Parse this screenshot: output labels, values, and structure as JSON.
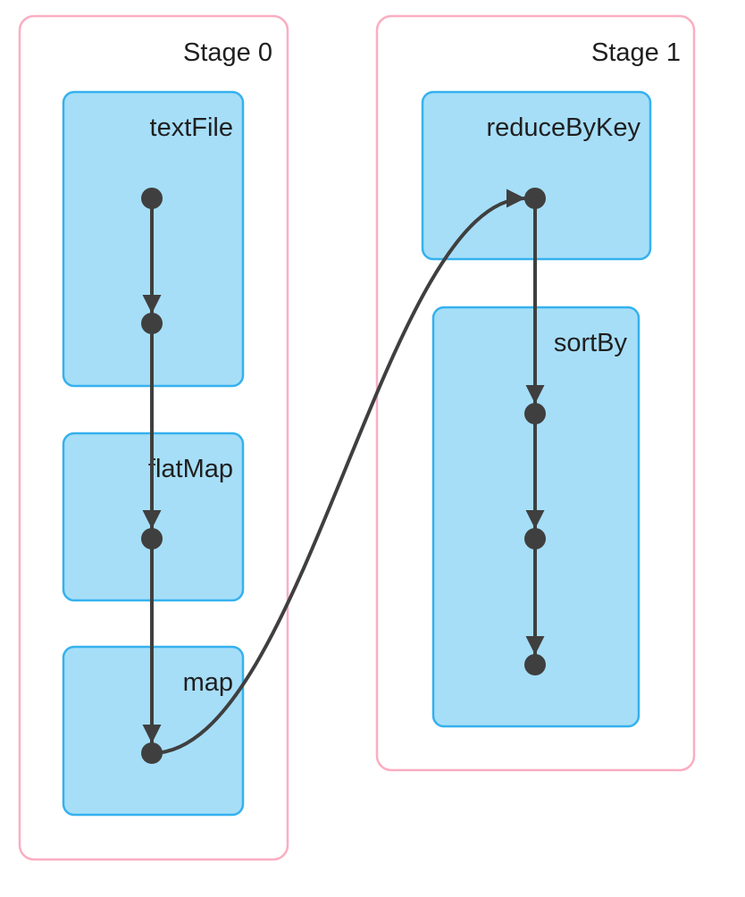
{
  "colors": {
    "background": "#ffffff",
    "stage-border": "#faaec2",
    "op-fill": "#a6def8",
    "op-border": "#35b1ee",
    "edge": "#3f3f3f",
    "text": "#1f1f1f"
  },
  "stages": [
    {
      "label": "Stage 0",
      "ops": [
        {
          "label": "textFile"
        },
        {
          "label": "flatMap"
        },
        {
          "label": "map"
        }
      ]
    },
    {
      "label": "Stage 1",
      "ops": [
        {
          "label": "reduceByKey"
        },
        {
          "label": "sortBy"
        }
      ]
    }
  ],
  "graph": {
    "type": "dag",
    "nodes": [
      {
        "id": 0,
        "stage": "Stage 0",
        "op": "textFile"
      },
      {
        "id": 1,
        "stage": "Stage 0",
        "op": "textFile"
      },
      {
        "id": 2,
        "stage": "Stage 0",
        "op": "flatMap"
      },
      {
        "id": 3,
        "stage": "Stage 0",
        "op": "map"
      },
      {
        "id": 4,
        "stage": "Stage 1",
        "op": "reduceByKey"
      },
      {
        "id": 5,
        "stage": "Stage 1",
        "op": "sortBy"
      },
      {
        "id": 6,
        "stage": "Stage 1",
        "op": "sortBy"
      },
      {
        "id": 7,
        "stage": "Stage 1",
        "op": "sortBy"
      }
    ],
    "edges": [
      [
        0,
        1
      ],
      [
        1,
        2
      ],
      [
        2,
        3
      ],
      [
        3,
        4
      ],
      [
        4,
        5
      ],
      [
        5,
        6
      ],
      [
        6,
        7
      ]
    ]
  }
}
